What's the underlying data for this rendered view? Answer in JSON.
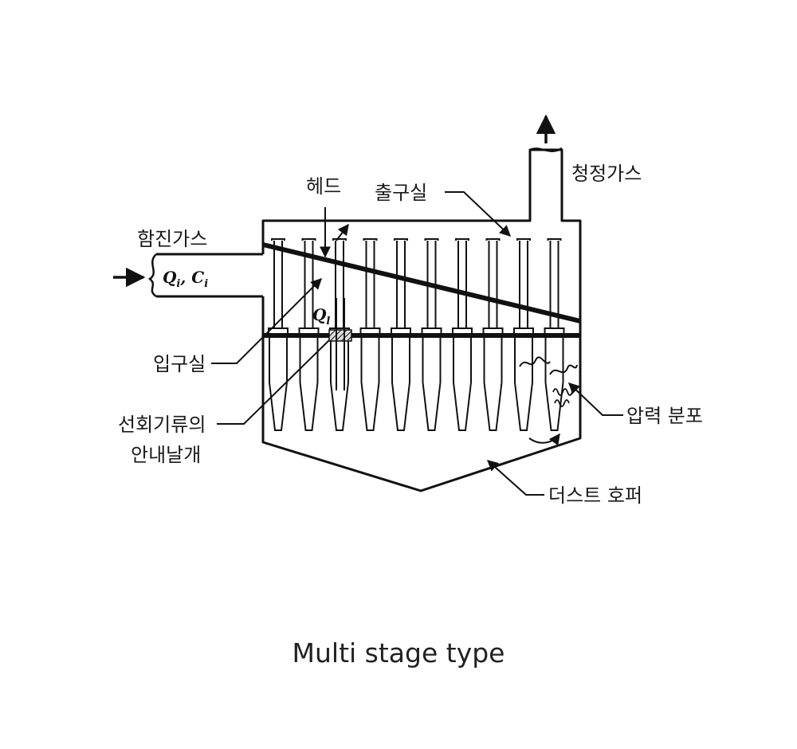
{
  "diagram": {
    "labels": {
      "head": "헤드",
      "outlet_chamber": "출구실",
      "clean_gas": "청정가스",
      "dusty_gas": "함진가스",
      "inlet_symbol": "Q",
      "inlet_symbol_i": "i",
      "inlet_symbol_c": ", C",
      "inlet_symbol_ci": "i",
      "flow_symbol": "Q",
      "flow_symbol_i": "l",
      "inlet_chamber": "입구실",
      "swirl_vane_line1": "선회기류의",
      "swirl_vane_line2": "안내날개",
      "pressure_distribution": "압력 분포",
      "dust_hopper": "더스트 호퍼"
    },
    "cyclone_count": 10
  },
  "caption": "Multi stage type"
}
